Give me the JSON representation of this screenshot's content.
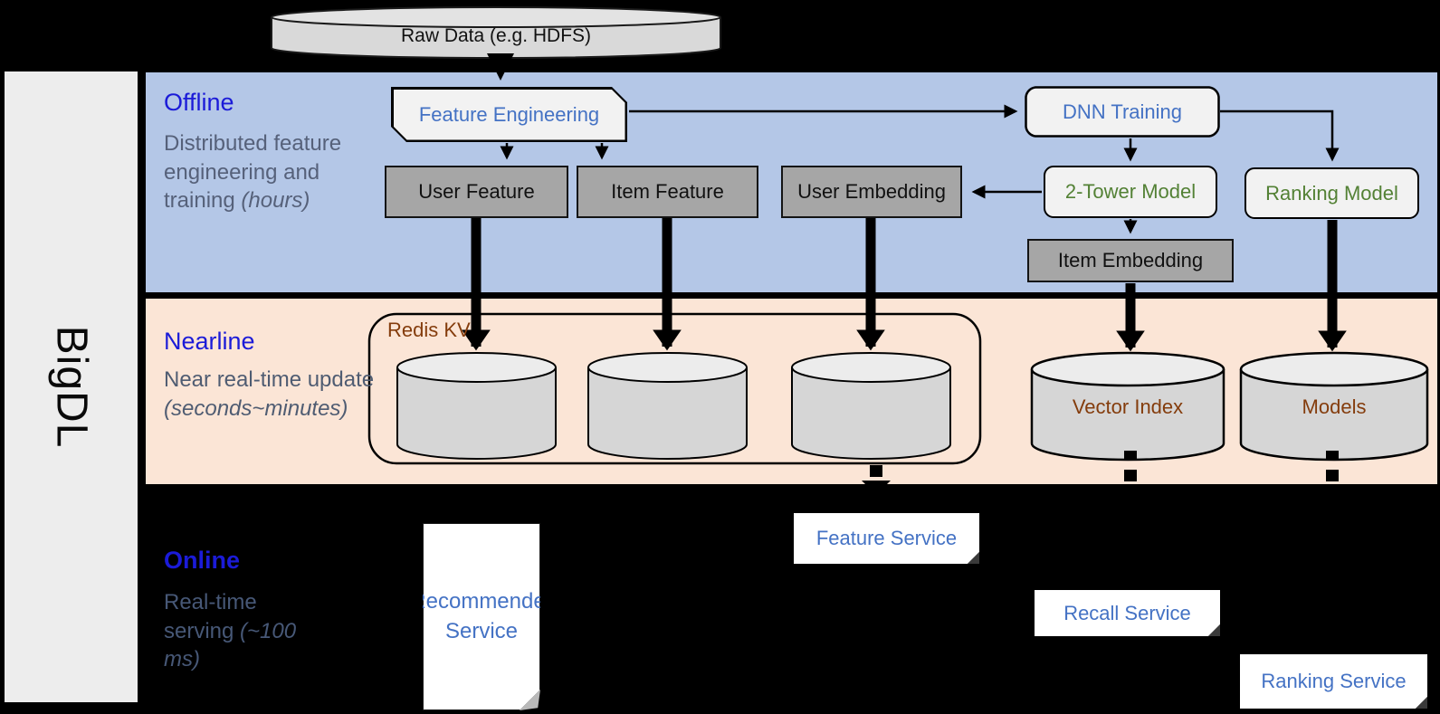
{
  "brand": "BigDL",
  "source": {
    "raw_data_label": "Raw Data (e.g. HDFS)"
  },
  "lanes": {
    "offline": {
      "title": "Offline",
      "description": "Distributed feature engineering and training",
      "description_italic": "(hours)"
    },
    "nearline": {
      "title": "Nearline",
      "description": "Near real-time update",
      "description_italic": "(seconds~minutes)"
    },
    "online": {
      "title": "Online",
      "description": "Real-time serving",
      "description_italic": "(~100 ms)"
    }
  },
  "offline": {
    "feature_engineering": "Feature Engineering",
    "dnn_training": "DNN Training",
    "user_feature": "User Feature",
    "item_feature": "Item Feature",
    "user_embedding": "User Embedding",
    "two_tower_model": "2-Tower Model",
    "ranking_model": "Ranking Model",
    "item_embedding": "Item Embedding"
  },
  "nearline": {
    "redis_kv": "Redis KV",
    "vector_index": "Vector Index",
    "models": "Models"
  },
  "services": {
    "recommender": "Recommender Service",
    "feature": "Feature Service",
    "recall": "Recall Service",
    "ranking": "Ranking Service"
  },
  "colors": {
    "offline_band": "#b4c7e7",
    "nearline_band": "#fbe5d6",
    "online_band": "#000000",
    "sidebar": "#ededed",
    "accent_blue": "#4472c4",
    "accent_green": "#538135",
    "accent_brown": "#843c0c",
    "lane_title_blue": "#1b1bd8",
    "gray_box": "#a6a6a6",
    "shape_fill": "#f2f2f2",
    "cylinder_fill": "#d6d6d6"
  }
}
